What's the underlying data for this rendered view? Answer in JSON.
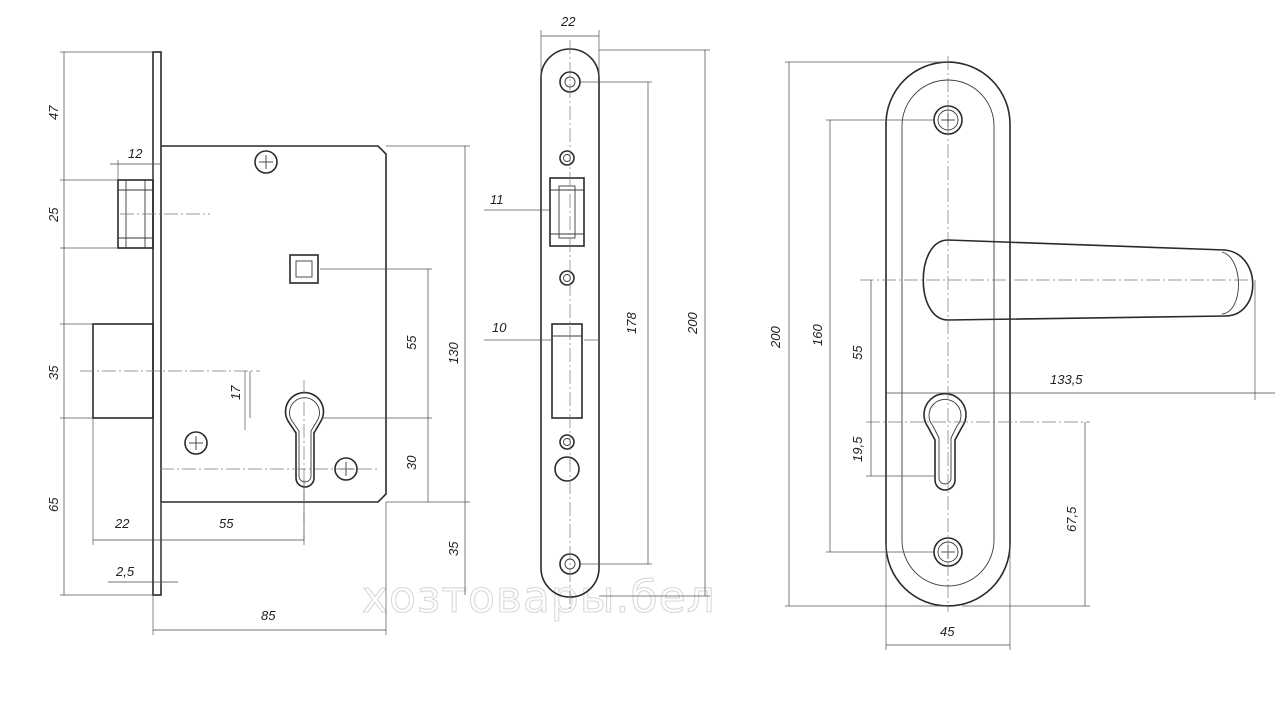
{
  "watermark": "хозтовары.бел",
  "lock_body_dimensions": {
    "d47": "47",
    "d12": "12",
    "d25": "25",
    "d35_left": "35",
    "d65": "65",
    "d17": "17",
    "d55_vertical": "55",
    "d130": "130",
    "d30": "30",
    "d35_bottom": "35",
    "d22": "22",
    "d55_horizontal": "55",
    "d2_5": "2,5",
    "d85": "85"
  },
  "faceplate_dimensions": {
    "d22": "22",
    "d11": "11",
    "d10": "10",
    "d178": "178",
    "d200": "200"
  },
  "handle_dimensions": {
    "d200": "200",
    "d160": "160",
    "d55": "55",
    "d19_5": "19,5",
    "d133_5": "133,5",
    "d67_5": "67,5",
    "d45": "45"
  }
}
